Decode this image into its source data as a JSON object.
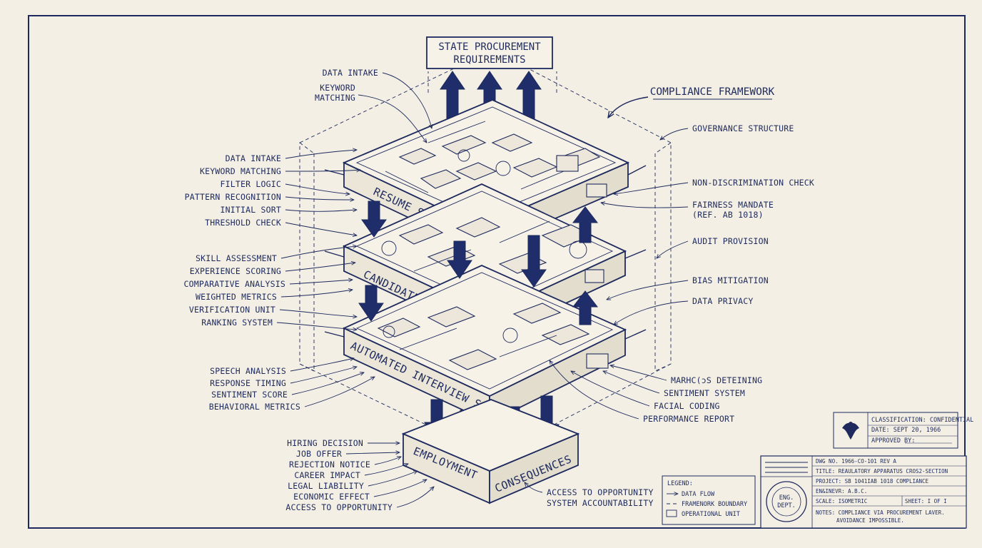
{
  "top_box": {
    "line1": "STATE PROCUREMENT",
    "line2": "REQUIREMENTS"
  },
  "compliance": {
    "title": "COMPLIANCE FRAMEWORK"
  },
  "layers": {
    "resume": "RESUME SCREENING",
    "candidate": "CANDIDATE EVALUATION",
    "interview": "AUTOMATED INTERVIEW SCORING",
    "employment": "EMPLOYMENT",
    "consequences": "CONSEQUENCES"
  },
  "labels_left": {
    "top": [
      "DATA INTAKE",
      "KEYWORD",
      "MATCHING"
    ],
    "resume": [
      "DATA INTAKE",
      "KEYWORD MATCHING",
      "FILTER LOGIC",
      "PATTERN RECOGNITION",
      "INITIAL SORT",
      "THRESHOLD CHECK"
    ],
    "candidate": [
      "SKILL ASSESSMENT",
      "EXPERIENCE SCORING",
      "COMPARATIVE ANALYSIS",
      "WEIGHTED METRICS",
      "VERIFICATION UNIT",
      "RANKING SYSTEM"
    ],
    "interview": [
      "SPEECH ANALYSIS",
      "RESPONSE TIMING",
      "SENTIMENT SCORE",
      "BEHAVIORAL METRICS"
    ],
    "employment": [
      "HIRING DECISION",
      "JOB OFFER",
      "REJECTION NOTICE",
      "CAREER IMPACT",
      "LEGAL LIABILITY",
      "ECONOMIC EFFECT",
      "ACCESS TO OPPORTUNITY"
    ]
  },
  "labels_right": {
    "governance": "GOVERNANCE STRUCTURE",
    "nondiscrimination": "NON-DISCRIMINATION CHECK",
    "fairness1": "FAIRNESS MANDATE",
    "fairness2": "(REF. AB 1018)",
    "audit": "AUDIT PROVISION",
    "bias": "BIAS MITIGATION",
    "privacy": "DATA PRIVACY",
    "interview": [
      "MARHC(ɔS DETEINING",
      "SENTIMENT SYSTEM",
      "FACIAL CODING",
      "PERFORMANCE REPORT"
    ],
    "consequences": [
      "ACCESS TO OPPORTUNITY",
      "SYSTEM ACCOUNTABILITY"
    ]
  },
  "legend": {
    "title": "LEGEND:",
    "items": [
      "DATA FLOW",
      "FRAMENORK BOUNDARY",
      "OPERATIONAL UNIT"
    ]
  },
  "classification": {
    "line1": "CLASSIFICATION: CONFIDENTIAL",
    "line2": "DATE: SEPT 20, 1966",
    "line3": "APPROVED BY:"
  },
  "title_block": {
    "dwg": "DWG NO. 1966-CO-101 REV A",
    "title": "TITLE: REAULATORY APPARATUS CROS2-SECTION",
    "project": "PROJECT: SB 1041IAB 1018 COMPLIANCE",
    "engineer": "EN&INEVR: A.B.C.",
    "scale": "SCALE: ISOMETRIC",
    "sheet": "SHEET: I OF I",
    "notes1": "NOTES: COMPLIANCE VIA PROCUREMENT LAVER.",
    "notes2": "AVOIDANCE IMPOSSIBLE.",
    "stamp_line1": "ENG.",
    "stamp_line2": "DEPT."
  },
  "colors": {
    "ink": "#1e2a5e",
    "paper": "#f3efe4"
  }
}
